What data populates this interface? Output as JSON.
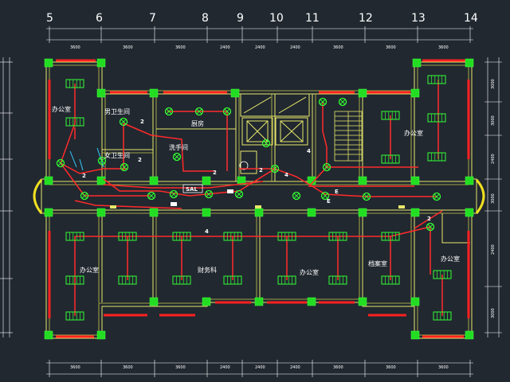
{
  "axes": {
    "top": [
      "5",
      "6",
      "7",
      "8",
      "9",
      "10",
      "11",
      "12",
      "13",
      "14"
    ]
  },
  "dimensions": {
    "top": [
      "3600",
      "3600",
      "3600",
      "2400",
      "2400",
      "2400",
      "3600",
      "3600",
      "3600"
    ],
    "bottom": [
      "3600",
      "3600",
      "3600",
      "2400",
      "2400",
      "2400",
      "3600",
      "3600",
      "3600"
    ],
    "right": [
      "3000",
      "3000",
      "2400",
      "3000",
      "2400",
      "3000"
    ]
  },
  "rooms": {
    "office_nw": "办公室",
    "mens_wc": "男卫生间",
    "womens_wc": "女卫生间",
    "kitchen": "厨房",
    "washroom": "洗手间",
    "office_ne": "办公室",
    "office_sw": "办公室",
    "finance": "财务科",
    "office_s": "办公室",
    "archive": "档案室",
    "office_se": "办公室"
  },
  "panel_label": "SAL",
  "circuit_labels": [
    "2",
    "2",
    "2",
    "2",
    "2",
    "4",
    "4",
    "4",
    "E",
    "E",
    "2"
  ],
  "colors": {
    "background": "#212830",
    "wall": "#e8e86a",
    "column": "#22dd22",
    "window": "#ff2020",
    "wiring": "#ff2a2a",
    "fixture": "#33ff33",
    "text": "#ffffff"
  }
}
